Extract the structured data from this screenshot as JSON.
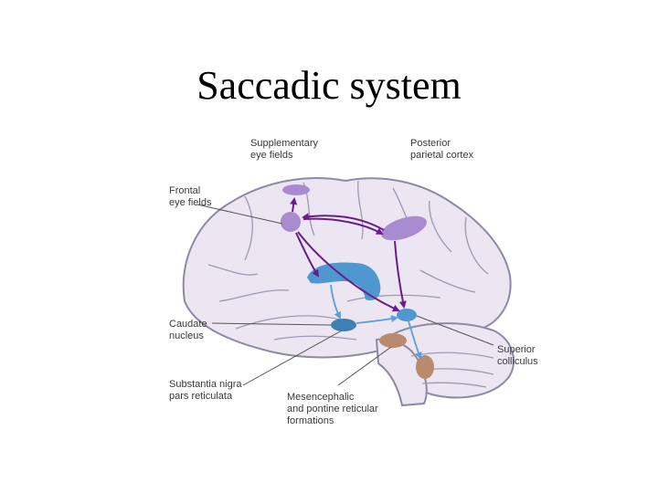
{
  "slide": {
    "title": "Saccadic system"
  },
  "labels": {
    "supplementary_eye_fields": [
      "Supplementary",
      "eye fields"
    ],
    "posterior_parietal_cortex": [
      "Posterior",
      "parietal cortex"
    ],
    "frontal_eye_fields": [
      "Frontal",
      "eye fields"
    ],
    "caudate_nucleus": [
      "Caudate",
      "nucleus"
    ],
    "superior_colliculus": [
      "Superior",
      "colliculus"
    ],
    "substantia_nigra": [
      "Substantia nigra",
      "pars reticulata"
    ],
    "reticular_formations": [
      "Mesencephalic",
      "and pontine reticular",
      "formations"
    ]
  },
  "colors": {
    "brain_fill": "#ece5f2",
    "brain_outline": "#8c8aa4",
    "cortical_area": "#a98bd0",
    "cortical_arrow": "#6a1d86",
    "subcortical_blue": "#4f98cf",
    "subcortical_arrow": "#5b9fd6",
    "brainstem_brown": "#b98a6e"
  }
}
